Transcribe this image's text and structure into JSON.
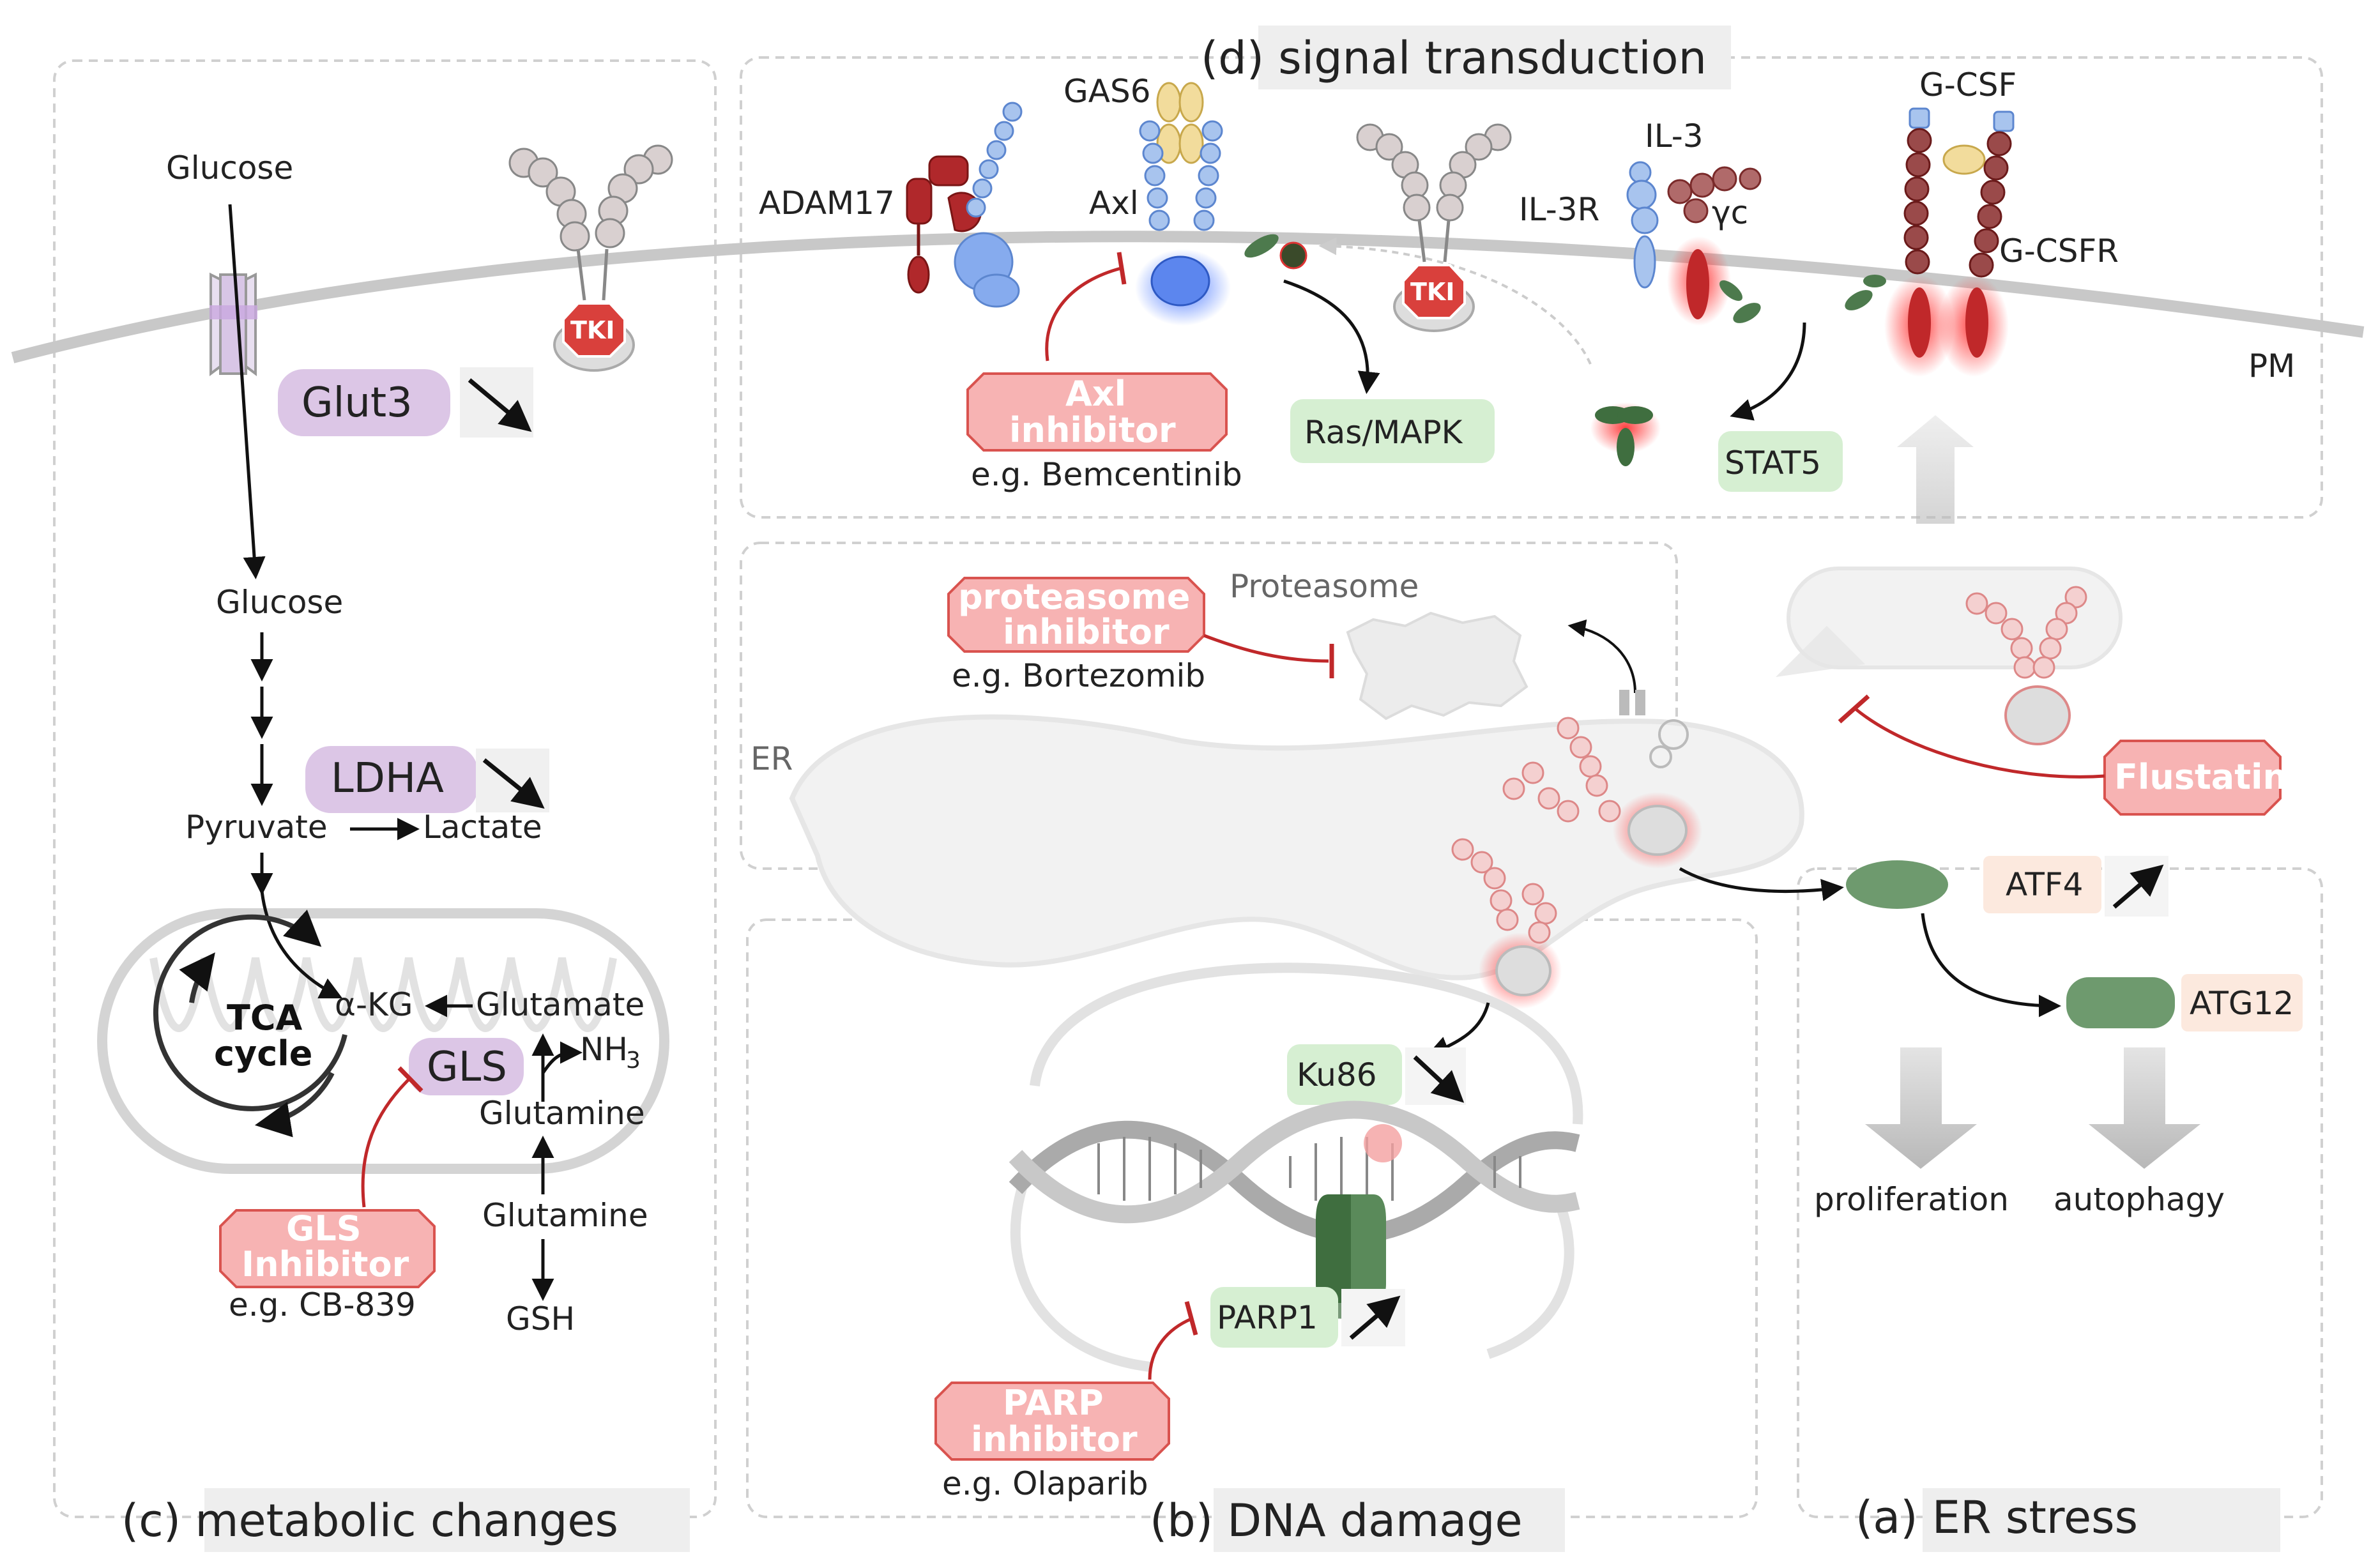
{
  "panels": {
    "metabolic": "(c)  metabolic changes",
    "dna": "(b)  DNA damage",
    "er_stress": "(a)  ER stress",
    "signal": "(d)  signal transduction"
  },
  "metabolic": {
    "glucose_out": "Glucose",
    "glut3": "Glut3",
    "glucose_in": "Glucose",
    "ldha": "LDHA",
    "pyruvate": "Pyruvate",
    "lactate": "Lactate",
    "tca_1": "TCA",
    "tca_2": "cycle",
    "akg": "α-KG",
    "glutamate": "Glutamate",
    "nh3": "NH",
    "nh3_sub": "3",
    "gls": "GLS",
    "glutamine_mito": "Glutamine",
    "glutamine": "Glutamine",
    "gsh": "GSH",
    "gls_inhibitor_1": "GLS",
    "gls_inhibitor_2": "Inhibitor",
    "gls_example": "e.g. CB-839",
    "tki": "TKI"
  },
  "signal": {
    "adam17": "ADAM17",
    "gas6": "GAS6",
    "axl": "Axl",
    "il3": "IL-3",
    "il3r": "IL-3R",
    "yc": "γc",
    "gcsf": "G-CSF",
    "gcsfr": "G-CSFR",
    "pm": "PM",
    "tki": "TKI",
    "axl_inhibitor_1": "Axl",
    "axl_inhibitor_2": "inhibitor",
    "axl_example": "e.g. Bemcentinib",
    "ras_mapk": "Ras/MAPK",
    "stat5": "STAT5"
  },
  "er": {
    "er_label": "ER",
    "proteasome": "Proteasome",
    "proteasome_inhibitor_1": "proteasome",
    "proteasome_inhibitor_2": "inhibitor",
    "proteasome_example": "e.g. Bortezomib",
    "flustatin": "Flustatin",
    "atf4": "ATF4",
    "atg12": "ATG12",
    "proliferation": "proliferation",
    "autophagy": "autophagy"
  },
  "dna": {
    "ku86": "Ku86",
    "parp1": "PARP1",
    "parp_inhibitor_1": "PARP",
    "parp_inhibitor_2": "inhibitor",
    "parp_example": "e.g. Olaparib"
  },
  "colors": {
    "inhibitor_fill": "#f7b3b3",
    "inhibitor_stroke": "#d9534f",
    "green_box": "#d6efd2",
    "purple_box": "#dcc6e6",
    "peach_box": "#fce9de",
    "inhibition_line": "#c0282a"
  }
}
